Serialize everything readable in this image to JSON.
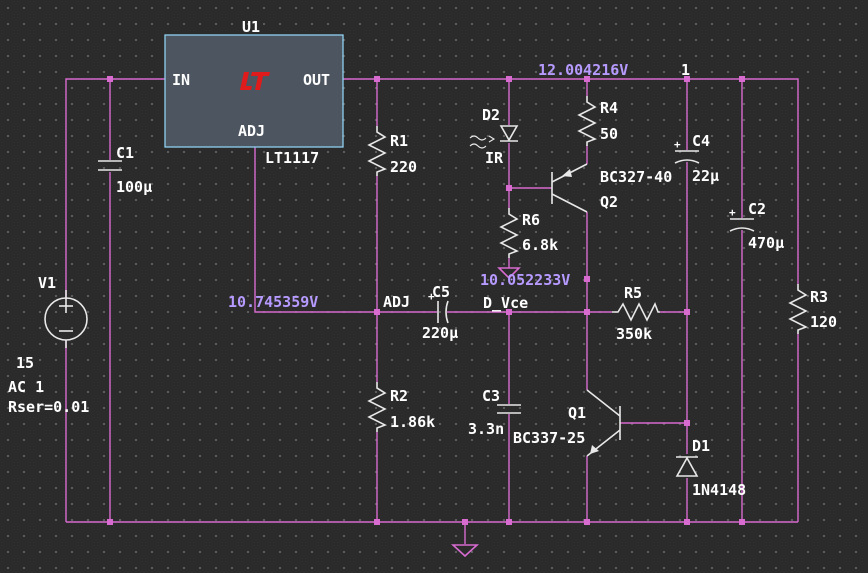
{
  "colors": {
    "background": "#2b2b2b",
    "wire": "#d76bd0",
    "component": "#e8e8e8",
    "voltage_label": "#b69aff",
    "ic_body": "#4d5660",
    "ic_logo": "#e01b1b"
  },
  "ic": {
    "ref": "U1",
    "part": "LT1117",
    "pin_in": "IN",
    "pin_out": "OUT",
    "pin_adj": "ADJ",
    "logo": "LT"
  },
  "source": {
    "ref": "V1",
    "dc": "15",
    "ac": "AC 1",
    "rser": "Rser=0.01"
  },
  "capacitors": [
    {
      "ref": "C1",
      "value": "100µ"
    },
    {
      "ref": "C5",
      "value": "220µ"
    },
    {
      "ref": "C3",
      "value": "3.3n"
    },
    {
      "ref": "C4",
      "value": "22µ"
    },
    {
      "ref": "C2",
      "value": "470µ"
    }
  ],
  "resistors": [
    {
      "ref": "R1",
      "value": "220"
    },
    {
      "ref": "R2",
      "value": "1.86k"
    },
    {
      "ref": "R4",
      "value": "50"
    },
    {
      "ref": "R6",
      "value": "6.8k"
    },
    {
      "ref": "R5",
      "value": "350k"
    },
    {
      "ref": "R3",
      "value": "120"
    }
  ],
  "transistors": [
    {
      "ref": "Q2",
      "part": "BC327-40"
    },
    {
      "ref": "Q1",
      "part": "BC337-25"
    }
  ],
  "diodes": [
    {
      "ref": "D2",
      "part": "IR"
    },
    {
      "ref": "D1",
      "part": "1N4148"
    }
  ],
  "net_labels": {
    "adj": "ADJ",
    "d_vce": "D_Vce",
    "node1": "1"
  },
  "voltages": {
    "out": "12.004216V",
    "adj": "10.745359V",
    "mid": "10.052233V"
  }
}
